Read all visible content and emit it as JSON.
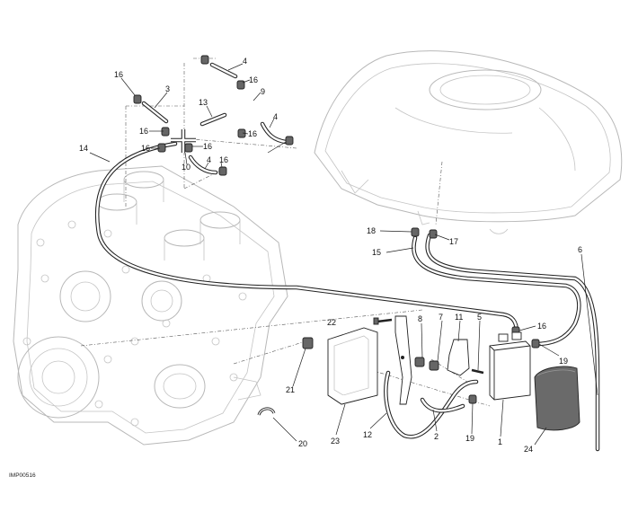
{
  "drawing_code": "IMP00516",
  "callouts": [
    {
      "id": "c16a",
      "text": "16"
    },
    {
      "id": "c3",
      "text": "3"
    },
    {
      "id": "c16b",
      "text": "16"
    },
    {
      "id": "c16c",
      "text": "16"
    },
    {
      "id": "c4a",
      "text": "4"
    },
    {
      "id": "c16d",
      "text": "16"
    },
    {
      "id": "c9",
      "text": "9"
    },
    {
      "id": "c13",
      "text": "13"
    },
    {
      "id": "c4b",
      "text": "4"
    },
    {
      "id": "c16e",
      "text": "16"
    },
    {
      "id": "c16f",
      "text": "16"
    },
    {
      "id": "c10",
      "text": "10"
    },
    {
      "id": "c4c",
      "text": "4"
    },
    {
      "id": "c16g",
      "text": "16"
    },
    {
      "id": "c14",
      "text": "14"
    },
    {
      "id": "c18",
      "text": "18"
    },
    {
      "id": "c17",
      "text": "17"
    },
    {
      "id": "c15",
      "text": "15"
    },
    {
      "id": "c6",
      "text": "6"
    },
    {
      "id": "c22",
      "text": "22"
    },
    {
      "id": "c8",
      "text": "8"
    },
    {
      "id": "c7",
      "text": "7"
    },
    {
      "id": "c11",
      "text": "11"
    },
    {
      "id": "c5",
      "text": "5"
    },
    {
      "id": "c16h",
      "text": "16"
    },
    {
      "id": "c19a",
      "text": "19"
    },
    {
      "id": "c21",
      "text": "21"
    },
    {
      "id": "c12",
      "text": "12"
    },
    {
      "id": "c2",
      "text": "2"
    },
    {
      "id": "c19b",
      "text": "19"
    },
    {
      "id": "c1",
      "text": "1"
    },
    {
      "id": "c23",
      "text": "23"
    },
    {
      "id": "c24",
      "text": "24"
    },
    {
      "id": "c20",
      "text": "20"
    }
  ]
}
